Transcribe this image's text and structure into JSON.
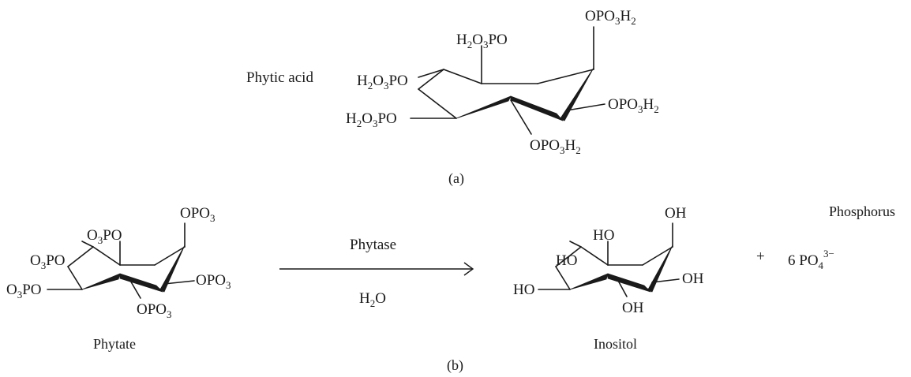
{
  "colors": {
    "ink": "#1a1a1a",
    "background": "#ffffff"
  },
  "panel_a": {
    "title": "Phytic acid",
    "caption": "(a)",
    "groups": {
      "top_right": [
        "OPO",
        "3",
        "H",
        "2"
      ],
      "upper_left": [
        "H",
        "2",
        "O",
        "3",
        "PO"
      ],
      "mid_left": [
        "H",
        "2",
        "O",
        "3",
        "PO"
      ],
      "low_left": [
        "H",
        "2",
        "O",
        "3",
        "PO"
      ],
      "right": [
        "OPO",
        "3",
        "H",
        "2"
      ],
      "bottom": [
        "OPO",
        "3",
        "H",
        "2"
      ]
    }
  },
  "panel_b": {
    "caption": "(b)",
    "reactant": {
      "name": "Phytate",
      "groups": {
        "top_right": [
          "OPO",
          "3"
        ],
        "upper_left": [
          "O",
          "3",
          "PO"
        ],
        "mid_left": [
          "O",
          "3",
          "PO"
        ],
        "low_left": [
          "O",
          "3",
          "PO"
        ],
        "right": [
          "OPO",
          "3"
        ],
        "bottom": [
          "OPO",
          "3"
        ]
      }
    },
    "enzyme": "Phytase",
    "water": [
      "H",
      "2",
      "O"
    ],
    "product": {
      "name": "Inositol",
      "groups": {
        "top_right": "OH",
        "upper_left": "HO",
        "mid_left": "HO",
        "low_left": "HO",
        "right": "OH",
        "bottom": "OH"
      }
    },
    "plus": "+",
    "phosphate": {
      "coefficient": "6",
      "formula": "PO",
      "subscript": "4",
      "charge": "3−"
    },
    "phosphorus_label": "Phosphorus"
  }
}
